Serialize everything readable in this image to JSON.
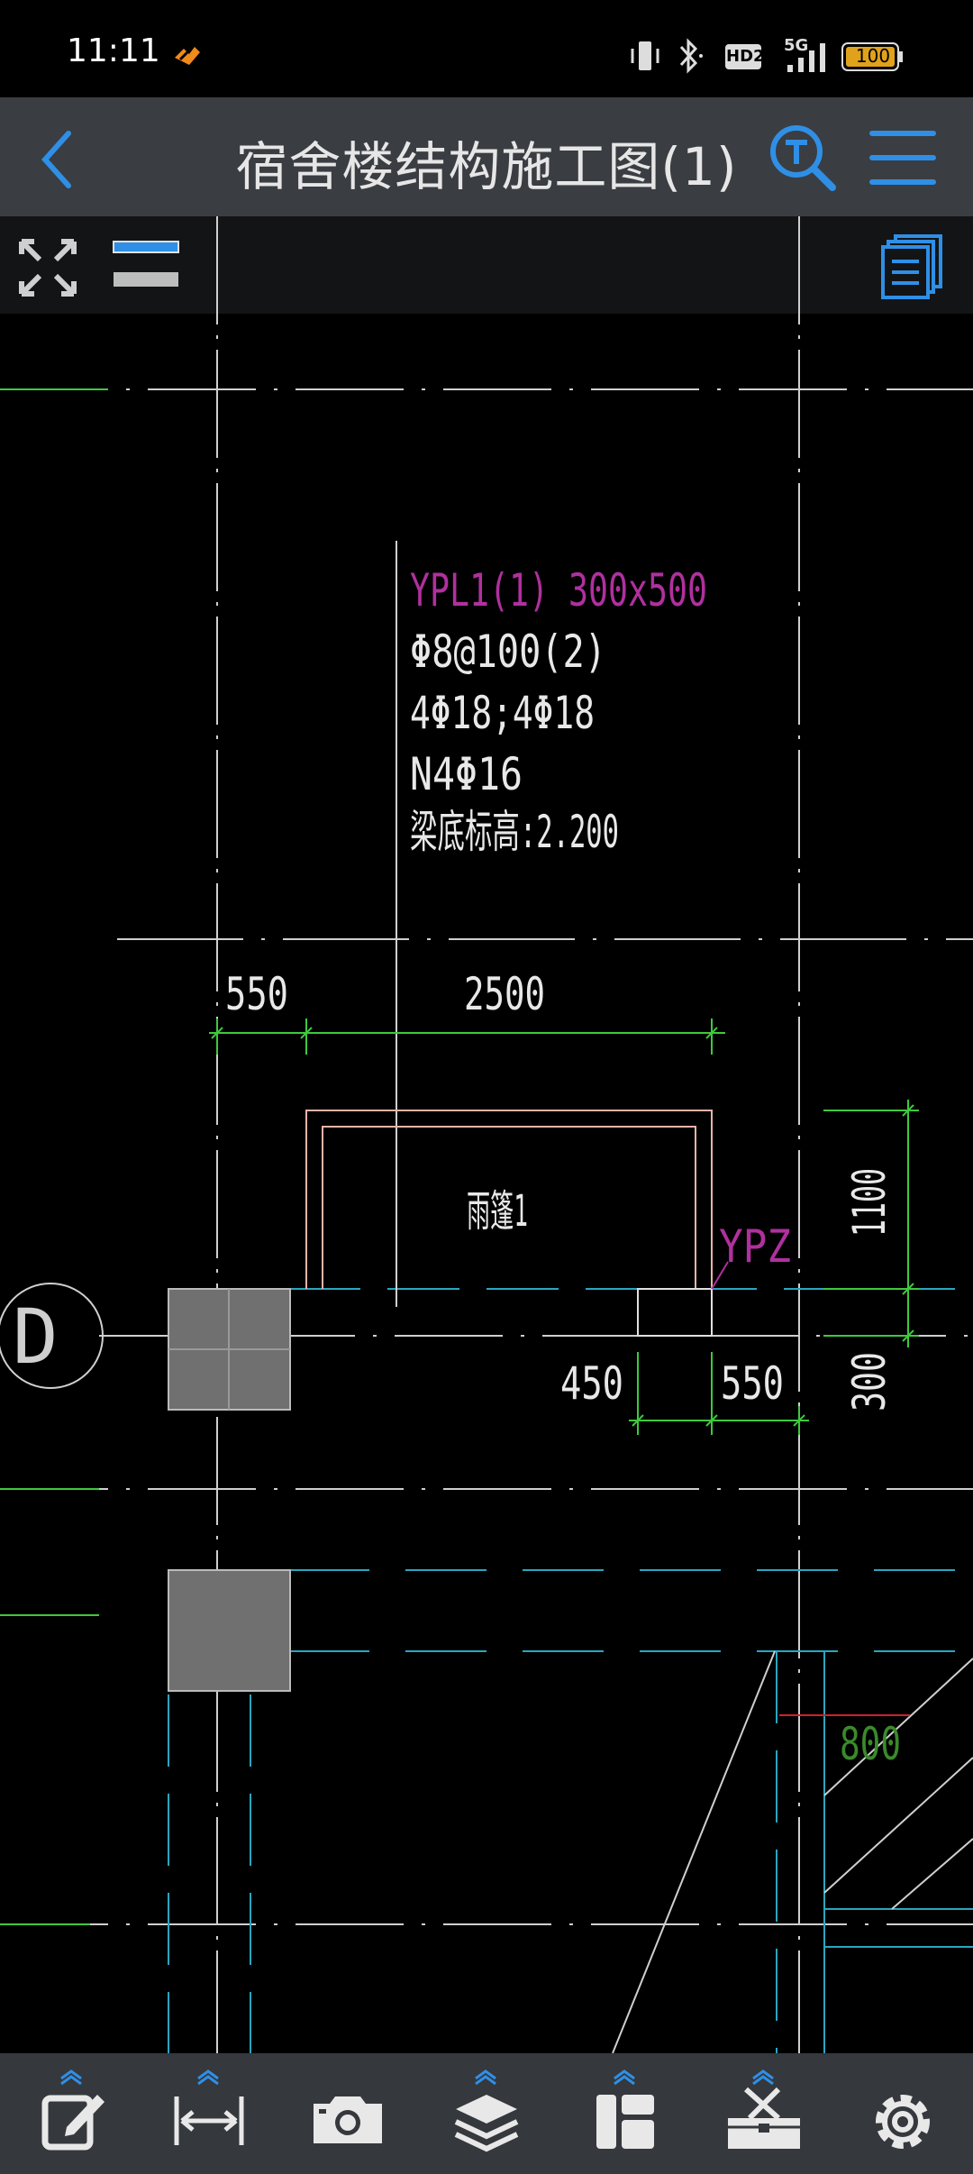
{
  "status_bar": {
    "time": "11:11",
    "network": "5G",
    "hd_badge": "HD2",
    "battery": "100"
  },
  "header": {
    "title": "宿舍楼结构施工图(1)"
  },
  "drawing": {
    "beam_label": "YPL1(1) 300x500",
    "stirrup": "Φ8@100(2)",
    "main_bars": "4Φ18;4Φ18",
    "torsion_bars": "N4Φ16",
    "beam_bottom_elev": "梁底标高:2.200",
    "dim_550_top": "550",
    "dim_2500": "2500",
    "canopy_label": "雨篷1",
    "column_label": "YPZ",
    "dim_1100": "1100",
    "dim_300": "300",
    "dim_450": "450",
    "dim_550_bottom": "550",
    "dim_800": "800",
    "axis_label": "D"
  },
  "colors": {
    "accent": "#2f8fe6",
    "magenta": "#b0309e",
    "green_dim": "#3ec93e",
    "cyan_line": "#2aa6c0",
    "grid_white": "#cfcfcf",
    "orange_battery": "#e0a21a"
  }
}
